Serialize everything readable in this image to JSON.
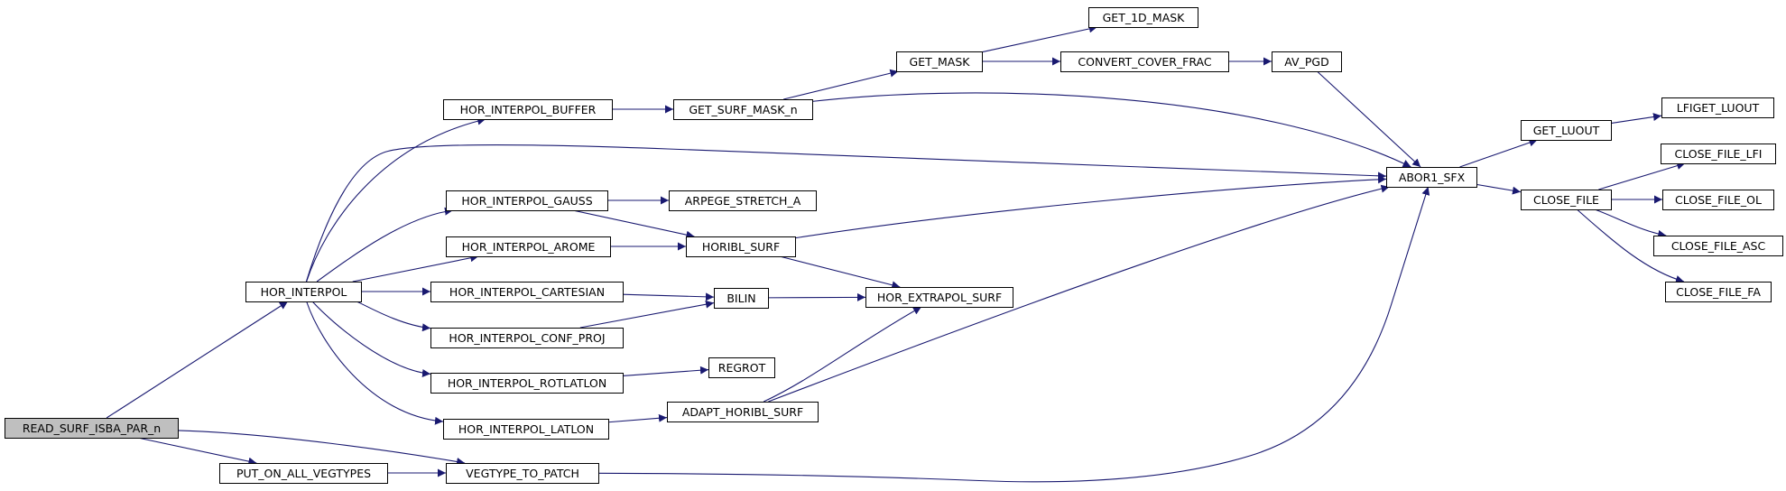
{
  "graph": {
    "nodes": [
      {
        "id": "read_surf",
        "label": "READ_SURF_ISBA_PAR_n",
        "root": true
      },
      {
        "id": "hor_interpol",
        "label": "HOR_INTERPOL"
      },
      {
        "id": "put_on_all",
        "label": "PUT_ON_ALL_VEGTYPES"
      },
      {
        "id": "vegtype_to_patch",
        "label": "VEGTYPE_TO_PATCH"
      },
      {
        "id": "hi_buffer",
        "label": "HOR_INTERPOL_BUFFER"
      },
      {
        "id": "hi_gauss",
        "label": "HOR_INTERPOL_GAUSS"
      },
      {
        "id": "hi_arome",
        "label": "HOR_INTERPOL_AROME"
      },
      {
        "id": "hi_cartesian",
        "label": "HOR_INTERPOL_CARTESIAN"
      },
      {
        "id": "hi_conf_proj",
        "label": "HOR_INTERPOL_CONF_PROJ"
      },
      {
        "id": "hi_rotlatlon",
        "label": "HOR_INTERPOL_ROTLATLON"
      },
      {
        "id": "hi_latlon",
        "label": "HOR_INTERPOL_LATLON"
      },
      {
        "id": "get_surf_mask",
        "label": "GET_SURF_MASK_n"
      },
      {
        "id": "arpege_stretch",
        "label": "ARPEGE_STRETCH_A"
      },
      {
        "id": "horibl_surf",
        "label": "HORIBL_SURF"
      },
      {
        "id": "bilin",
        "label": "BILIN"
      },
      {
        "id": "regrot",
        "label": "REGROT"
      },
      {
        "id": "adapt_horibl",
        "label": "ADAPT_HORIBL_SURF"
      },
      {
        "id": "get_mask",
        "label": "GET_MASK"
      },
      {
        "id": "hor_extrapol",
        "label": "HOR_EXTRAPOL_SURF"
      },
      {
        "id": "get_1d_mask",
        "label": "GET_1D_MASK"
      },
      {
        "id": "convert_cover",
        "label": "CONVERT_COVER_FRAC"
      },
      {
        "id": "av_pgd",
        "label": "AV_PGD"
      },
      {
        "id": "abor1_sfx",
        "label": "ABOR1_SFX"
      },
      {
        "id": "get_luout",
        "label": "GET_LUOUT"
      },
      {
        "id": "close_file",
        "label": "CLOSE_FILE"
      },
      {
        "id": "lfiget_luout",
        "label": "LFIGET_LUOUT"
      },
      {
        "id": "close_file_lfi",
        "label": "CLOSE_FILE_LFI"
      },
      {
        "id": "close_file_ol",
        "label": "CLOSE_FILE_OL"
      },
      {
        "id": "close_file_asc",
        "label": "CLOSE_FILE_ASC"
      },
      {
        "id": "close_file_fa",
        "label": "CLOSE_FILE_FA"
      }
    ],
    "edges": [
      [
        "read_surf",
        "hor_interpol"
      ],
      [
        "read_surf",
        "put_on_all"
      ],
      [
        "read_surf",
        "vegtype_to_patch"
      ],
      [
        "put_on_all",
        "vegtype_to_patch"
      ],
      [
        "vegtype_to_patch",
        "abor1_sfx"
      ],
      [
        "hor_interpol",
        "hi_buffer"
      ],
      [
        "hor_interpol",
        "abor1_sfx"
      ],
      [
        "hor_interpol",
        "hi_gauss"
      ],
      [
        "hor_interpol",
        "hi_arome"
      ],
      [
        "hor_interpol",
        "hi_cartesian"
      ],
      [
        "hor_interpol",
        "hi_conf_proj"
      ],
      [
        "hor_interpol",
        "hi_rotlatlon"
      ],
      [
        "hor_interpol",
        "hi_latlon"
      ],
      [
        "hi_buffer",
        "get_surf_mask"
      ],
      [
        "get_surf_mask",
        "get_mask"
      ],
      [
        "get_surf_mask",
        "abor1_sfx"
      ],
      [
        "get_mask",
        "get_1d_mask"
      ],
      [
        "get_mask",
        "convert_cover"
      ],
      [
        "convert_cover",
        "av_pgd"
      ],
      [
        "av_pgd",
        "abor1_sfx"
      ],
      [
        "hi_gauss",
        "arpege_stretch"
      ],
      [
        "hi_gauss",
        "horibl_surf"
      ],
      [
        "hi_arome",
        "horibl_surf"
      ],
      [
        "horibl_surf",
        "abor1_sfx"
      ],
      [
        "horibl_surf",
        "hor_extrapol"
      ],
      [
        "hi_cartesian",
        "bilin"
      ],
      [
        "hi_conf_proj",
        "bilin"
      ],
      [
        "bilin",
        "hor_extrapol"
      ],
      [
        "hi_rotlatlon",
        "regrot"
      ],
      [
        "hi_latlon",
        "adapt_horibl"
      ],
      [
        "adapt_horibl",
        "hor_extrapol"
      ],
      [
        "adapt_horibl",
        "abor1_sfx"
      ],
      [
        "abor1_sfx",
        "get_luout"
      ],
      [
        "abor1_sfx",
        "close_file"
      ],
      [
        "get_luout",
        "lfiget_luout"
      ],
      [
        "close_file",
        "close_file_lfi"
      ],
      [
        "close_file",
        "close_file_ol"
      ],
      [
        "close_file",
        "close_file_asc"
      ],
      [
        "close_file",
        "close_file_fa"
      ]
    ]
  },
  "colors": {
    "edge": "#191970",
    "node_border": "#000000",
    "node_fill": "#ffffff",
    "root_fill": "#bfbfbf"
  }
}
